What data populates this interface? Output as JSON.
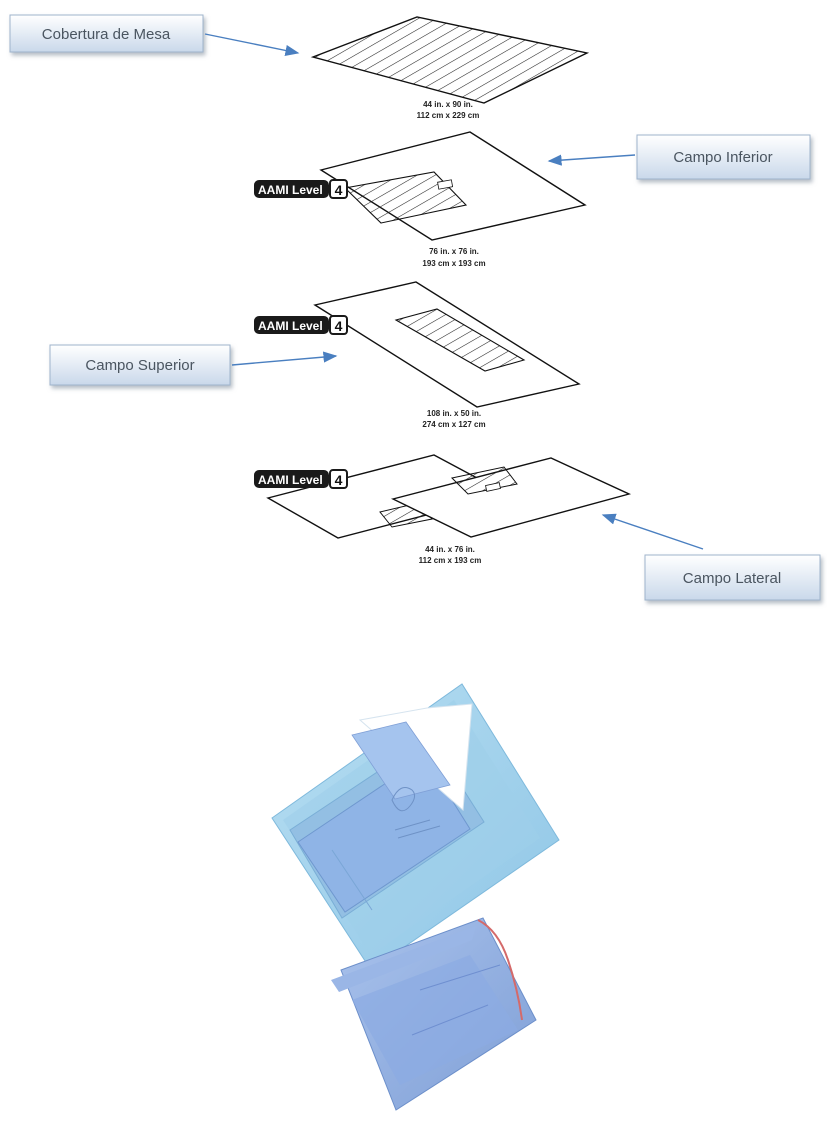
{
  "callouts": {
    "table_cover": "Cobertura de Mesa",
    "lower_drape": "Campo Inferior",
    "upper_drape": "Campo Superior",
    "side_drape": "Campo Lateral"
  },
  "dimensions": {
    "table_cover": {
      "imperial": "44 in. x 90 in.",
      "metric": "112 cm x 229 cm"
    },
    "lower_drape": {
      "imperial": "76 in. x 76 in.",
      "metric": "193 cm x 193 cm"
    },
    "upper_drape": {
      "imperial": "108 in. x 50 in.",
      "metric": "274 cm x 127 cm"
    },
    "side_drape": {
      "imperial": "44 in. x 76 in.",
      "metric": "112 cm x 193 cm"
    }
  },
  "badge": {
    "text": "AAMI Level",
    "level": "4"
  },
  "colors": {
    "callout_fill_top": "#ffffff",
    "callout_fill_bottom": "#c9d8ea",
    "callout_border": "#9fb4cc",
    "arrow": "#4a7fc0",
    "drape_blue": "#8fb0e0",
    "wrap_blue": "#a8d4ec"
  }
}
